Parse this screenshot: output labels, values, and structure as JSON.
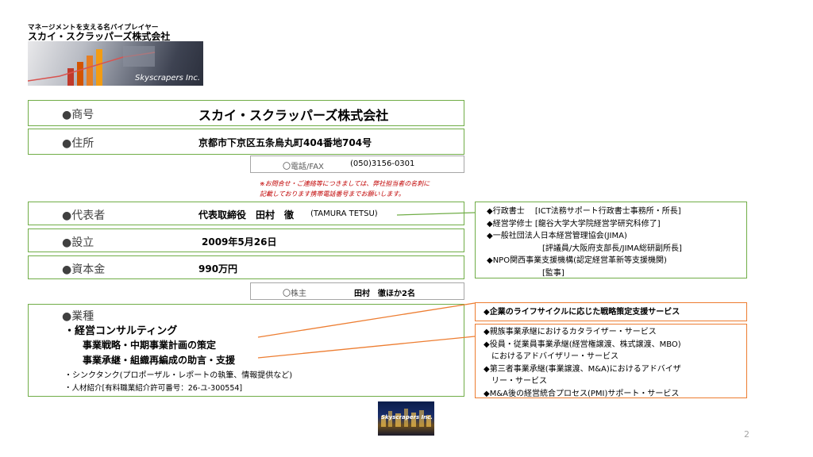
{
  "header": {
    "tagline": "マネージメントを支える名バイプレイヤー",
    "company_logo_text": "スカイ・スクラッパーズ株式会社",
    "banner_text": "Skyscrapers Inc."
  },
  "rows": {
    "trade_name": {
      "label": "●商号",
      "value": "スカイ・スクラッパーズ株式会社"
    },
    "address": {
      "label": "●住所",
      "value": "京都市下京区五条烏丸町404番地704号"
    },
    "phone": {
      "label": "〇電話/FAX",
      "value": "(050)3156-0301"
    },
    "phone_note": [
      "※お問合せ・ご連絡等につきましては、弊社担当者の名刺に",
      "記載しております携帯電話番号までお願いします。"
    ],
    "representative": {
      "label": "●代表者",
      "value": "代表取締役　田村　徹",
      "romanized": "(TAMURA TETSU)"
    },
    "established": {
      "label": "●設立",
      "value": "2009年5月26日"
    },
    "capital": {
      "label": "●資本金",
      "value": "990万円"
    },
    "shareholders": {
      "label": "〇株主",
      "value": "田村　徹ほか2名"
    }
  },
  "business": {
    "label": "●業種",
    "main": "・経営コンサルティング",
    "sub1": "事業戦略・中期事業計画の策定",
    "sub2": "事業承継・組織再編成の助言・支援",
    "think_tank": "・シンクタンク(プロポーザル・レポートの執筆、情報提供など)",
    "recruit": "・人材紹介[有料職業紹介許可番号：26-ユ-300554]"
  },
  "credentials": [
    "◆行政書士　 [ICT法務サポート行政書士事務所・所長]",
    "◆経営学修士 [龍谷大学大学院経営学研究科修了]",
    "◆一般社団法人日本経営管理協会(JIMA)",
    "　　　　　　　[評議員/大阪府支部長/JIMA総研副所長]",
    "◆NPO関西事業支援機構(認定経営革新等支援機関)",
    "　　　　　　　[監事]"
  ],
  "strategy_service": "◆企業のライフサイクルに応じた戦略策定支援サービス",
  "succession_services": [
    "◆親族事業承継におけるカタライザー・サービス",
    "◆役員・従業員事業承継(経営権譲渡、株式譲渡、MBO)",
    "　におけるアドバイザリー・サービス",
    "◆第三者事業承継(事業譲渡、M&A)におけるアドバイザ",
    "　リー・サービス",
    "◆M&A後の経営統合プロセス(PMI)サポート・サービス"
  ],
  "page_number": "2",
  "city_caption": "Skyscrapers Inc.",
  "colors": {
    "green_border": "#70ad47",
    "orange_border": "#ed7d31",
    "note_red": "#c00000"
  }
}
